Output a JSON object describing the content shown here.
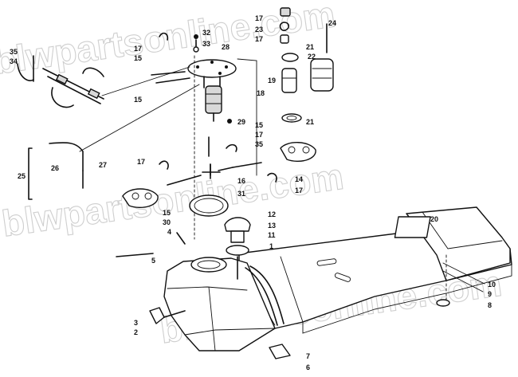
{
  "watermark": {
    "text_top": "blwpartsonline.com",
    "text_middle": "blwpartsonline.com",
    "text_bottom": "blwpartsonline.com"
  },
  "callouts": [
    {
      "id": "c1",
      "text": "17"
    },
    {
      "id": "c2",
      "text": "23"
    },
    {
      "id": "c3",
      "text": "17"
    },
    {
      "id": "c4",
      "text": "24"
    },
    {
      "id": "c5",
      "text": "21"
    },
    {
      "id": "c6",
      "text": "22"
    },
    {
      "id": "c7",
      "text": "19"
    },
    {
      "id": "c8",
      "text": "21"
    },
    {
      "id": "c9",
      "text": "32"
    },
    {
      "id": "c10",
      "text": "33"
    },
    {
      "id": "c11",
      "text": "28"
    },
    {
      "id": "c12",
      "text": "17"
    },
    {
      "id": "c13",
      "text": "15"
    },
    {
      "id": "c14",
      "text": "35"
    },
    {
      "id": "c15",
      "text": "34"
    },
    {
      "id": "c16",
      "text": "15"
    },
    {
      "id": "c17",
      "text": "18"
    },
    {
      "id": "c18",
      "text": "29"
    },
    {
      "id": "c19",
      "text": "15"
    },
    {
      "id": "c20",
      "text": "17"
    },
    {
      "id": "c21",
      "text": "35"
    },
    {
      "id": "c22",
      "text": "26"
    },
    {
      "id": "c23",
      "text": "27"
    },
    {
      "id": "c24",
      "text": "25"
    },
    {
      "id": "c25",
      "text": "17"
    },
    {
      "id": "c26",
      "text": "14"
    },
    {
      "id": "c27",
      "text": "17"
    },
    {
      "id": "c28",
      "text": "16"
    },
    {
      "id": "c29",
      "text": "31"
    },
    {
      "id": "c30",
      "text": "15"
    },
    {
      "id": "c31",
      "text": "30"
    },
    {
      "id": "c32",
      "text": "4"
    },
    {
      "id": "c33",
      "text": "12"
    },
    {
      "id": "c34",
      "text": "13"
    },
    {
      "id": "c35",
      "text": "11"
    },
    {
      "id": "c36",
      "text": "1"
    },
    {
      "id": "c37",
      "text": "5"
    },
    {
      "id": "c38",
      "text": "20"
    },
    {
      "id": "c39",
      "text": "10"
    },
    {
      "id": "c40",
      "text": "9"
    },
    {
      "id": "c41",
      "text": "8"
    },
    {
      "id": "c42",
      "text": "3"
    },
    {
      "id": "c43",
      "text": "2"
    },
    {
      "id": "c44",
      "text": "7"
    },
    {
      "id": "c45",
      "text": "6"
    }
  ]
}
